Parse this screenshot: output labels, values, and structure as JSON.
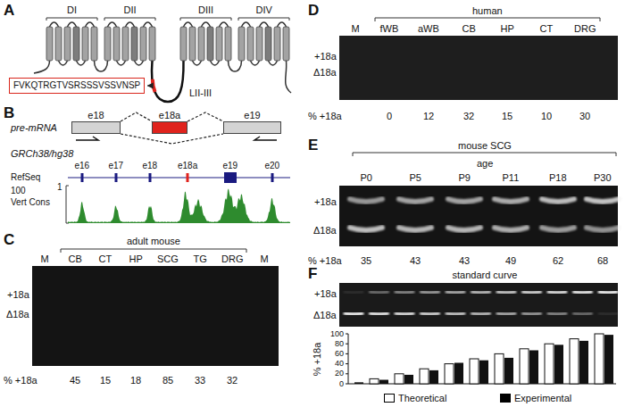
{
  "diagram": {
    "nodes": [
      {
        "text": [
          "FVKQTRGTVSRSSSVSSVNSP"
        ]
      },
      {
        "text": [
          "e18"
        ]
      },
      {
        "text": [
          "e18a"
        ]
      },
      {
        "text": [
          "e19"
        ]
      }
    ],
    "edges": [
      {
        "from": 1,
        "to": 2,
        "arrow": "none"
      },
      {
        "from": 2,
        "to": 3,
        "arrow": "none"
      },
      {
        "from": 1,
        "to": 3,
        "arrow": "none"
      }
    ],
    "labels": [
      "A",
      "DI",
      "DII",
      "DIII",
      "DIV",
      "LII-III",
      "B",
      "pre-mRNA",
      "GRCh38/hg38",
      "RefSeq",
      "e16",
      "e17",
      "e18",
      "e18a",
      "e19",
      "e20",
      "100",
      "Vert Cons",
      "1",
      "C",
      "adult mouse",
      "M",
      "CB",
      "CT",
      "HP",
      "SCG",
      "TG",
      "DRG",
      "M",
      "+18a",
      "Δ18a",
      "% +18a",
      "45",
      "15",
      "18",
      "85",
      "33",
      "32",
      "D",
      "human",
      "M",
      "fWB",
      "aWB",
      "CB",
      "HP",
      "CT",
      "DRG",
      "+18a",
      "Δ18a",
      "% +18a",
      "0",
      "12",
      "32",
      "15",
      "10",
      "30",
      "E",
      "mouse SCG",
      "age",
      "P0",
      "P5",
      "P9",
      "P11",
      "P18",
      "P30",
      "+18a",
      "Δ18a",
      "% +18a",
      "35",
      "43",
      "43",
      "49",
      "62",
      "68",
      "F",
      "standard curve",
      "+18a",
      "Δ18a",
      "100",
      "80",
      "60",
      "40",
      "20",
      "0",
      "% +18a"
    ],
    "legend": [
      {
        "text": "Theoretical",
        "color": "#ffffff"
      },
      {
        "text": "Experimental",
        "color": "#000000"
      }
    ]
  }
}
